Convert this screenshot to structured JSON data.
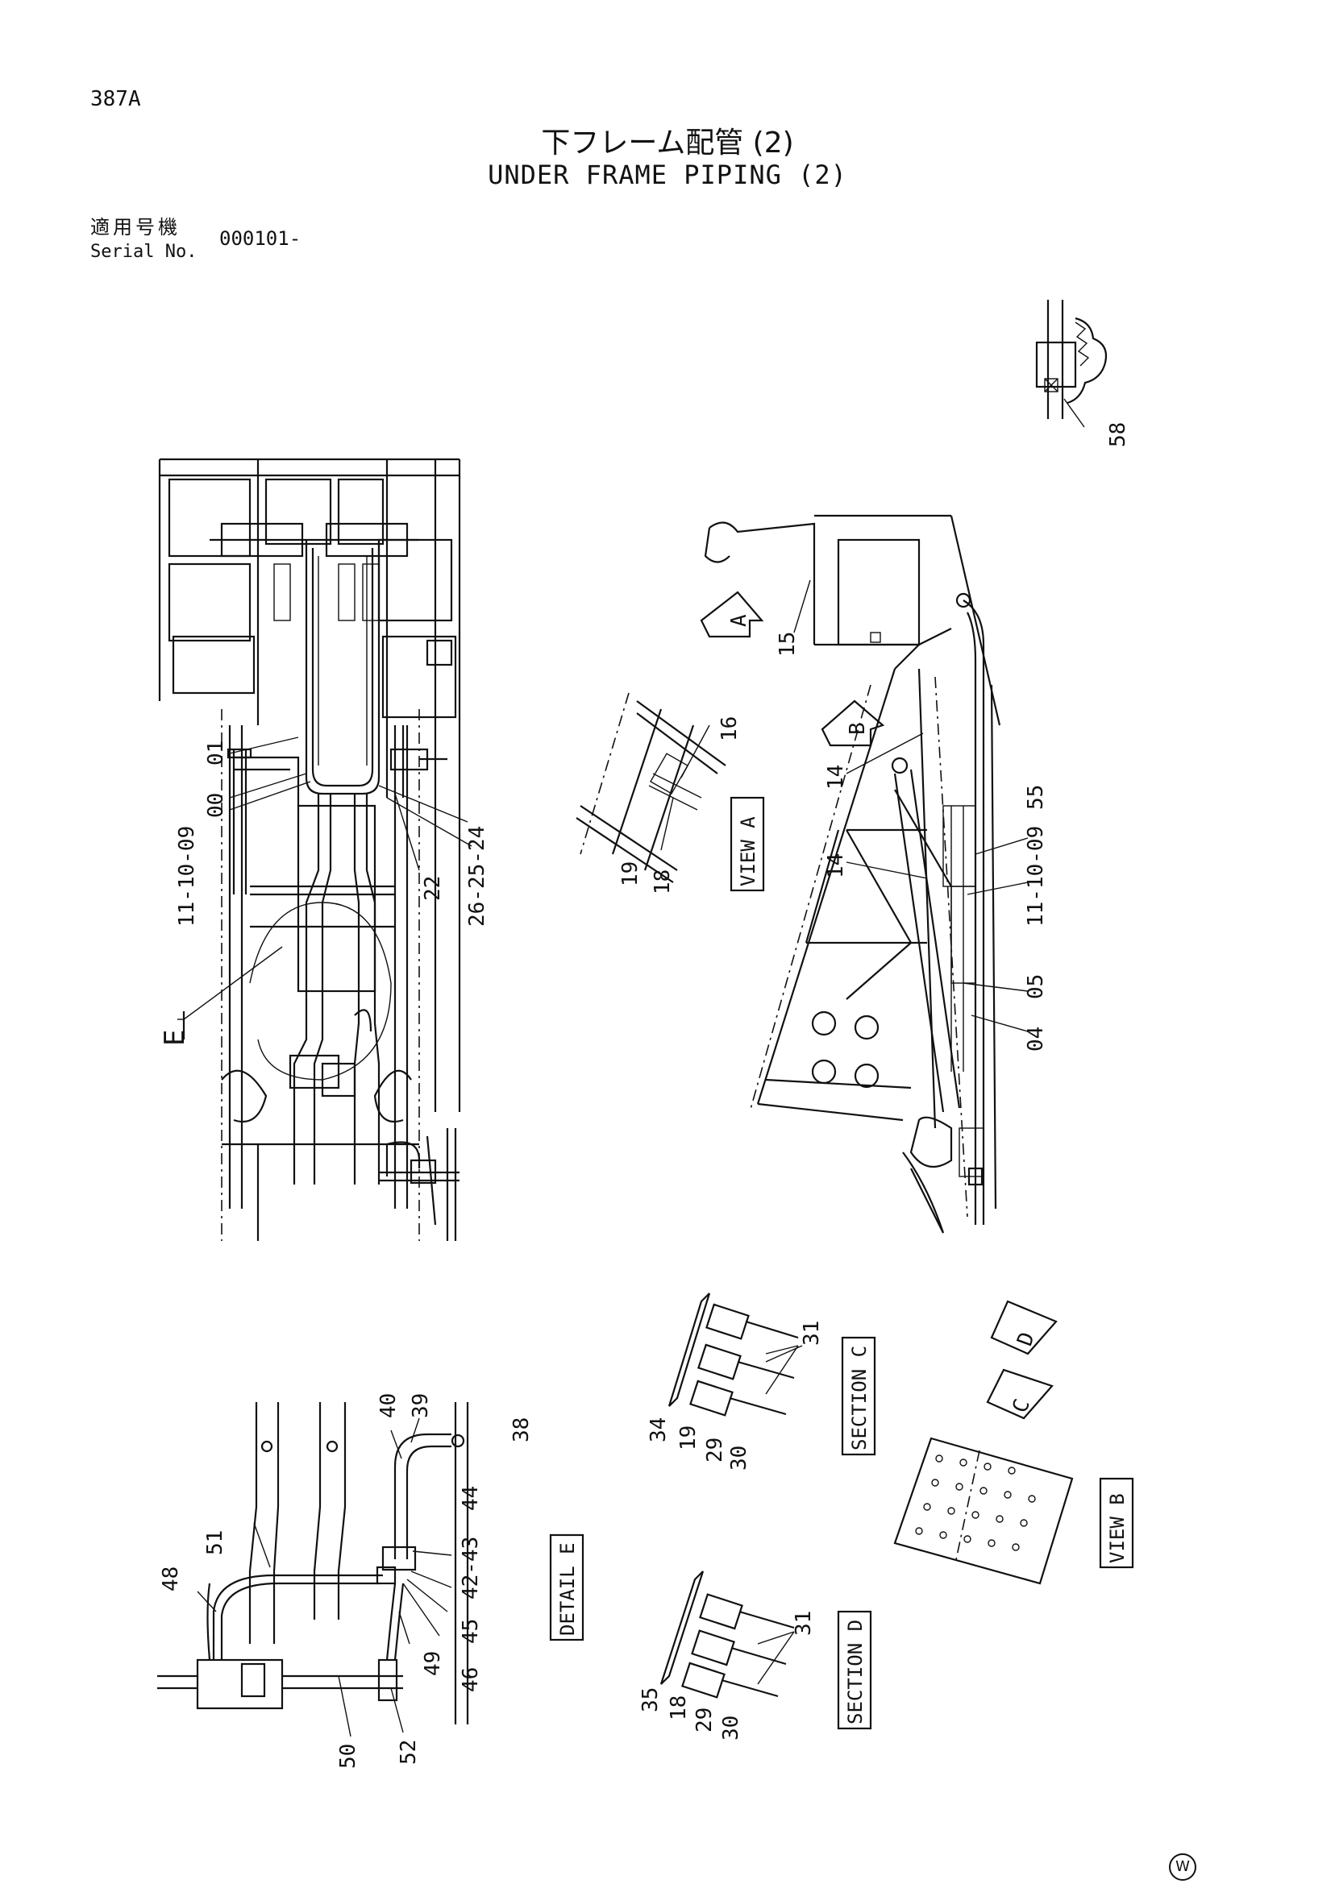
{
  "header": {
    "page_number": "387A",
    "title_jp": "下フレーム配管 (2)",
    "title_en": "UNDER FRAME PIPING (2)",
    "serial_label_jp": "適用号機",
    "serial_label_en": "Serial No.",
    "serial_value": "000101-"
  },
  "callouts": {
    "c58": "58",
    "c01": "01",
    "c00": "00",
    "c11a": "11-10-09",
    "c22": "22",
    "c26": "26-25-24",
    "cE": "E",
    "c15": "15",
    "c14a": "14",
    "c14b": "14",
    "c16": "16",
    "c19a": "19",
    "c18a": "18",
    "c55": "55",
    "c11b": "11-10-09",
    "c05": "05",
    "c04": "04",
    "c31a": "31",
    "c34": "34",
    "c19b": "19",
    "c29a": "29",
    "c30a": "30",
    "c38": "38",
    "c39": "39",
    "c40": "40",
    "c44": "44",
    "c4243": "42-43",
    "c45": "45",
    "c46": "46",
    "c49": "49",
    "c48": "48",
    "c51": "51",
    "c50": "50",
    "c52": "52",
    "c31b": "31",
    "c35": "35",
    "c18b": "18",
    "c29b": "29",
    "c30b": "30"
  },
  "views": {
    "view_a": "VIEW A",
    "view_b": "VIEW B",
    "section_c": "SECTION C",
    "section_d": "SECTION D",
    "detail_e": "DETAIL E",
    "arrow_a": "A",
    "arrow_b": "B",
    "arrow_c": "C",
    "arrow_d": "D"
  },
  "footer": {
    "mark": "W"
  }
}
